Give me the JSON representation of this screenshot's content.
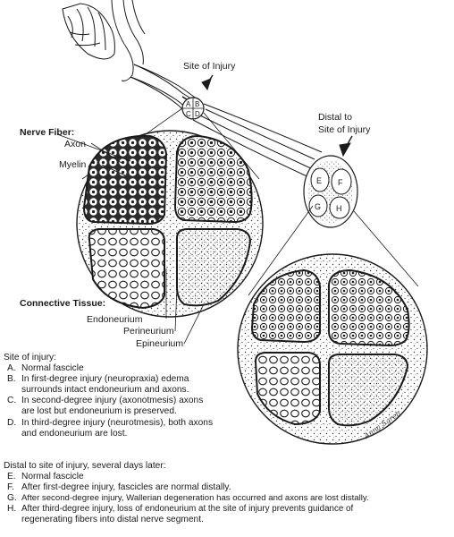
{
  "labels": {
    "site_of_injury": "Site of Injury",
    "distal": [
      "Distal to",
      "Site of Injury"
    ],
    "nerve_fiber_heading": "Nerve Fiber:",
    "axon": "Axon",
    "myelin": "Myelin",
    "connective_heading": "Connective Tissue:",
    "endoneurium": "Endoneurium",
    "perineurium": "Perineurium",
    "epineurium": "Epineurium",
    "fascicle_letters_proximal": [
      "A",
      "B",
      "C",
      "D"
    ],
    "fascicle_letters_distal": [
      "E",
      "F",
      "G",
      "H"
    ],
    "signature": "Anna Sgreb"
  },
  "caption": {
    "site_heading": "Site of injury:",
    "site_items": [
      {
        "key": "A.",
        "lines": [
          "Normal fascicle"
        ]
      },
      {
        "key": "B.",
        "lines": [
          "In first-degree injury (neuropraxia) edema",
          "surrounds intact endoneurium and axons."
        ]
      },
      {
        "key": "C.",
        "lines": [
          "In second-degree injury (axonotmesis) axons",
          "are lost but endoneurium is preserved."
        ]
      },
      {
        "key": "D.",
        "lines": [
          "In third-degree injury (neurotmesis), both axons",
          "and endoneurium are lost."
        ]
      }
    ],
    "distal_heading": "Distal to site of injury, several days later:",
    "distal_items": [
      {
        "key": "E.",
        "lines": [
          "Normal fascicle"
        ]
      },
      {
        "key": "F.",
        "lines": [
          "After first-degree injury, fascicles are normal distally."
        ]
      },
      {
        "key": "G.",
        "lines": [
          "After second-degree injury, Wallerian degeneration has occurred and axons are lost distally."
        ]
      },
      {
        "key": "H.",
        "lines": [
          "After third-degree injury, loss of endoneurium at the site of injury prevents guidance of",
          "regenerating fibers into distal nerve segment."
        ]
      }
    ]
  },
  "colors": {
    "ink": "#1a1a1a",
    "dark_fascicle_fill": "#3a3a3a",
    "background": "#ffffff"
  }
}
